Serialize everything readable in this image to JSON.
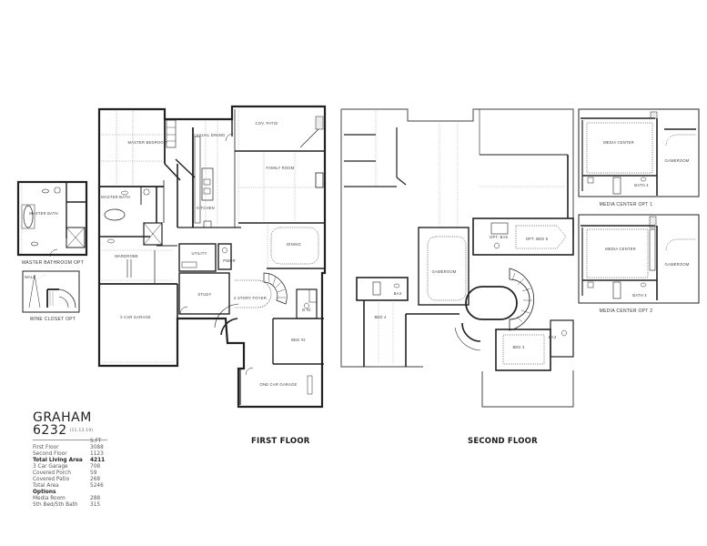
{
  "plan": {
    "name": "GRAHAM",
    "number": "6232",
    "version": "(11.13.19)"
  },
  "sqft_table": {
    "header": "S.FT",
    "rows": [
      {
        "label": "First Floor",
        "value": "3088",
        "bold": false
      },
      {
        "label": "Second Floor",
        "value": "1123",
        "bold": false
      },
      {
        "label": "Total Living Area",
        "value": "4211",
        "bold": true
      },
      {
        "label": "3 Car Garage",
        "value": "708",
        "bold": false
      },
      {
        "label": "Covered Porch",
        "value": "59",
        "bold": false
      },
      {
        "label": "Covered Patio",
        "value": "268",
        "bold": false
      },
      {
        "label": "Total Area",
        "value": "5246",
        "bold": false
      },
      {
        "label": "Options",
        "value": "",
        "bold": true
      },
      {
        "label": "Media Room",
        "value": "288",
        "bold": false
      },
      {
        "label": "5th Bed/5th Bath",
        "value": "315",
        "bold": false
      }
    ]
  },
  "floors": {
    "first": {
      "title": "FIRST FLOOR",
      "rooms": {
        "master_bedroom": "MASTER BEDROOM",
        "master_bath": "MASTER BATH",
        "casual_dining": "CASUAL DINING",
        "kitchen": "KITCHEN",
        "cov_patio": "COV. PATIO",
        "family_room": "FAMILY ROOM",
        "dining": "DINING",
        "wardrobe": "WARDROBE",
        "utility": "UTILITY",
        "powder": "PWDR",
        "study": "STUDY",
        "foyer": "2 STORY FOYER",
        "bath2": "B #2",
        "bed2": "BED #2",
        "garage2": "2 CAR GARAGE",
        "garage1": "ONE CAR GARAGE"
      }
    },
    "second": {
      "title": "SECOND FLOOR",
      "rooms": {
        "gameroom": "GAMEROOM",
        "opt_bed5": "OPT. BED 5",
        "opt_bath5": "OPT. BA5",
        "bath4": "BA4",
        "bed4": "BED 4",
        "bed3": "BED 3",
        "bath3": "BA3"
      }
    }
  },
  "options": {
    "master_bathroom_opt": {
      "caption": "MASTER BATHROOM OPT",
      "room": "MASTER BATH"
    },
    "wine_closet_opt": {
      "caption": "WINE CLOSET OPT",
      "room": "WALL"
    },
    "media_center_opt1": {
      "caption": "MEDIA CENTER OPT 1",
      "media": "MEDIA CENTER",
      "gameroom": "GAMEROOM",
      "bath": "BATH 4"
    },
    "media_center_opt2": {
      "caption": "MEDIA CENTER OPT 2",
      "media": "MEDIA CENTER",
      "gameroom": "GAMEROOM",
      "bath": "BATH 4"
    }
  }
}
